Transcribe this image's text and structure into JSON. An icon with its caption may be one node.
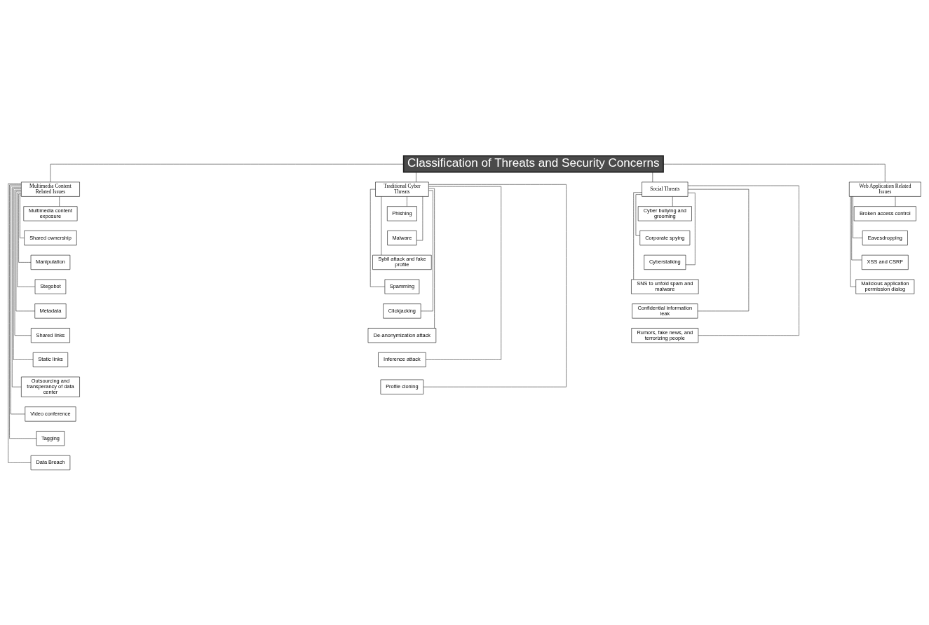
{
  "diagram": {
    "nodes": [
      {
        "text": [
          "Classification of Threats and Security Concerns"
        ]
      },
      {
        "text": [
          "Multimedia Content Related Issues"
        ]
      },
      {
        "text": [
          "Multimedia content exposure"
        ]
      },
      {
        "text": [
          "Shared ownership"
        ]
      },
      {
        "text": [
          "Manipulation"
        ]
      },
      {
        "text": [
          "Stegobot"
        ]
      },
      {
        "text": [
          "Metadata"
        ]
      },
      {
        "text": [
          "Shared links"
        ]
      },
      {
        "text": [
          "Static links"
        ]
      },
      {
        "text": [
          "Outsourcing and transperancy of data center"
        ]
      },
      {
        "text": [
          "Video conference"
        ]
      },
      {
        "text": [
          "Tagging"
        ]
      },
      {
        "text": [
          "Data Breach"
        ]
      },
      {
        "text": [
          "Traditional Cyber Threats"
        ]
      },
      {
        "text": [
          "Phishing"
        ]
      },
      {
        "text": [
          "Malware"
        ]
      },
      {
        "text": [
          "Sybil attack and fake profile"
        ]
      },
      {
        "text": [
          "Spamming"
        ]
      },
      {
        "text": [
          "Clickjacking"
        ]
      },
      {
        "text": [
          "De-anonymization attack"
        ]
      },
      {
        "text": [
          "Inference attack"
        ]
      },
      {
        "text": [
          "Profile cloning"
        ]
      },
      {
        "text": [
          "Social Threats"
        ]
      },
      {
        "text": [
          "Cyber bullying and grooming"
        ]
      },
      {
        "text": [
          "Corporate spying"
        ]
      },
      {
        "text": [
          "Cyberstalking"
        ]
      },
      {
        "text": [
          "SNS to unfold spam and malware"
        ]
      },
      {
        "text": [
          "Confidential information leak"
        ]
      },
      {
        "text": [
          "Rumors, fake news, and terrorizing people"
        ]
      },
      {
        "text": [
          "Web Application Related Issues"
        ]
      },
      {
        "text": [
          "Broken access control"
        ]
      },
      {
        "text": [
          "Eavesdropping"
        ]
      },
      {
        "text": [
          "XSS and CSRF"
        ]
      },
      {
        "text": [
          "Malicious application permission dialog"
        ]
      }
    ],
    "edges": [
      {
        "from": 0,
        "to": 1,
        "arrow": "none"
      },
      {
        "from": 0,
        "to": 13,
        "arrow": "none"
      },
      {
        "from": 0,
        "to": 22,
        "arrow": "none"
      },
      {
        "from": 0,
        "to": 29,
        "arrow": "none"
      },
      {
        "from": 1,
        "to": 2,
        "arrow": "none"
      },
      {
        "from": 1,
        "to": 3,
        "arrow": "none"
      },
      {
        "from": 1,
        "to": 4,
        "arrow": "none"
      },
      {
        "from": 1,
        "to": 5,
        "arrow": "none"
      },
      {
        "from": 1,
        "to": 6,
        "arrow": "none"
      },
      {
        "from": 1,
        "to": 7,
        "arrow": "none"
      },
      {
        "from": 1,
        "to": 8,
        "arrow": "none"
      },
      {
        "from": 1,
        "to": 9,
        "arrow": "none"
      },
      {
        "from": 1,
        "to": 10,
        "arrow": "none"
      },
      {
        "from": 1,
        "to": 11,
        "arrow": "none"
      },
      {
        "from": 1,
        "to": 12,
        "arrow": "none"
      },
      {
        "from": 13,
        "to": 14,
        "arrow": "none"
      },
      {
        "from": 13,
        "to": 15,
        "arrow": "none"
      },
      {
        "from": 13,
        "to": 16,
        "arrow": "none"
      },
      {
        "from": 13,
        "to": 17,
        "arrow": "none"
      },
      {
        "from": 13,
        "to": 18,
        "arrow": "none"
      },
      {
        "from": 13,
        "to": 19,
        "arrow": "none"
      },
      {
        "from": 13,
        "to": 20,
        "arrow": "none"
      },
      {
        "from": 13,
        "to": 21,
        "arrow": "none"
      },
      {
        "from": 22,
        "to": 23,
        "arrow": "none"
      },
      {
        "from": 22,
        "to": 24,
        "arrow": "none"
      },
      {
        "from": 22,
        "to": 25,
        "arrow": "none"
      },
      {
        "from": 22,
        "to": 26,
        "arrow": "none"
      },
      {
        "from": 22,
        "to": 27,
        "arrow": "none"
      },
      {
        "from": 22,
        "to": 28,
        "arrow": "none"
      },
      {
        "from": 29,
        "to": 30,
        "arrow": "none"
      },
      {
        "from": 29,
        "to": 31,
        "arrow": "none"
      },
      {
        "from": 29,
        "to": 32,
        "arrow": "none"
      },
      {
        "from": 29,
        "to": 33,
        "arrow": "none"
      }
    ]
  }
}
